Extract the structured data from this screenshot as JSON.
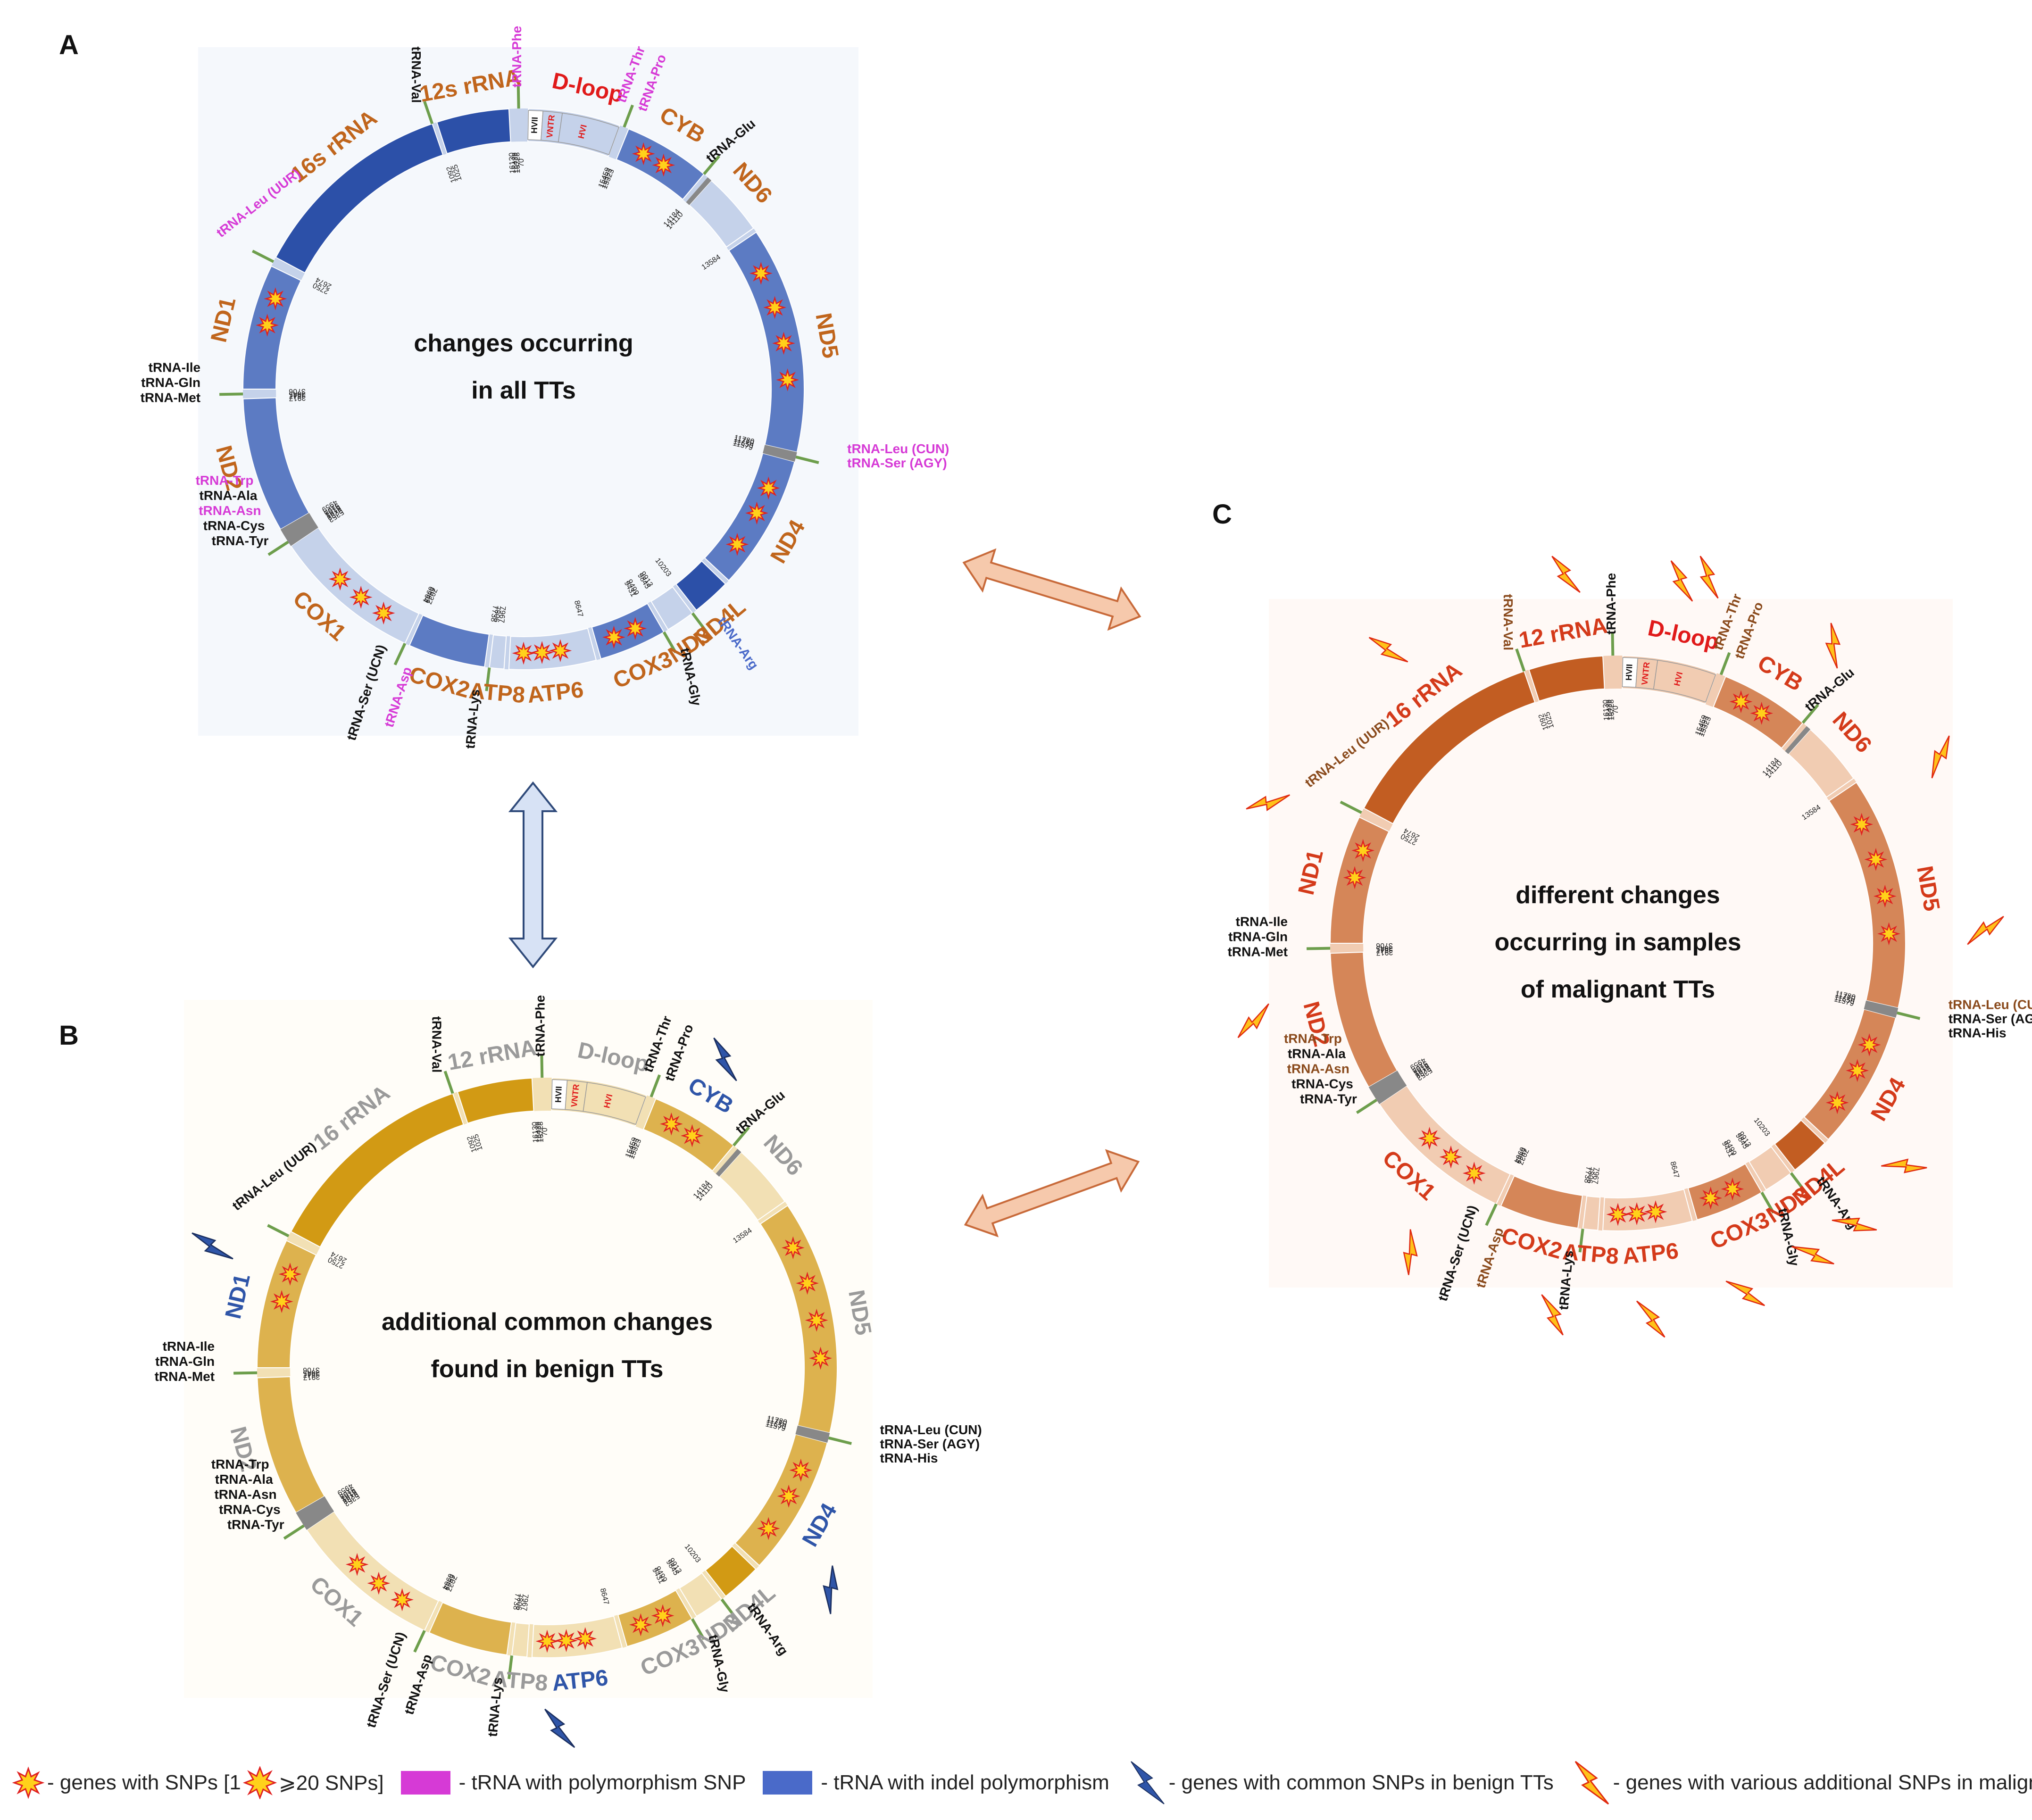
{
  "colors": {
    "A": {
      "dark": "#2c50a8",
      "mid": "#5c7bc3",
      "light": "#c5d2ea",
      "text": "#c0651c",
      "bg": "#f5f8fc"
    },
    "B": {
      "dark": "#d29a14",
      "mid": "#ddb24e",
      "light": "#f2e0b4",
      "text": "#9a9a9a",
      "bg": "#fffdf8"
    },
    "C": {
      "dark": "#c25d22",
      "mid": "#d58658",
      "light": "#f1ccb2",
      "text": "#d43a1a",
      "bg": "#fff9f6"
    },
    "tRNA_green": "#6d9e4c",
    "tRNA_magenta": "#d63ad6",
    "tRNA_blue": "#4a6ac9",
    "dloop_red": "#e01a1a",
    "benign_blue": "#2f55a8",
    "malignant_yellow": "#ffc21a",
    "arrow_orange": "#f6c9ac",
    "arrow_blue": "#d7e2f5"
  },
  "panels": [
    {
      "letter": "A",
      "center_line1": "changes occurring",
      "center_line2": "in all TTs"
    },
    {
      "letter": "B",
      "center_line1": "additional common changes",
      "center_line2": "found in benign TTs"
    },
    {
      "letter": "C",
      "center_line1": "different changes",
      "center_line2": "occurring in samples",
      "center_line3": "of malignant TTs"
    }
  ],
  "gene_labels": {
    "A": [
      "12s rRNA",
      "16s rRNA",
      "D-loop",
      "CYB",
      "ND6",
      "ND5",
      "ND4",
      "ND4L",
      "ND3",
      "COX3",
      "ATP6",
      "ATP8",
      "COX2",
      "COX1",
      "ND2",
      "ND1"
    ],
    "B": [
      "12 rRNA",
      "16 rRNA",
      "D-loop",
      "CYB",
      "ND6",
      "ND5",
      "ND4",
      "ND4L",
      "ND3",
      "COX3",
      "ATP6",
      "ATP8",
      "COX2",
      "COX1",
      "ND2",
      "ND1"
    ],
    "C": [
      "12 rRNA",
      "16 rRNA",
      "D-loop",
      "CYB",
      "ND6",
      "ND5",
      "ND4",
      "ND4L",
      "ND3",
      "COX3",
      "ATP6",
      "ATP8",
      "COX2",
      "COX1",
      "ND2",
      "ND1"
    ]
  },
  "dloop_parts": [
    "HVII",
    "VNTR",
    "HVI"
  ],
  "trna_labels": {
    "A": [
      "tRNA-Phe",
      "tRNA-Val",
      "tRNA-Leu",
      "(UUR)",
      "tRNA-Ile",
      "tRNA-Gln",
      "tRNA-Met",
      "tRNA-Trp",
      "tRNA-Ala",
      "tRNA-Asn",
      "tRNA-Cys",
      "tRNA-Tyr",
      "tRNA-Ser",
      "(UCN)",
      "tRNA-Asp",
      "tRNA-Lys",
      "tRNA-Gly",
      "tRNA-Arg",
      "tRNA-Leu",
      "(CUN)",
      "tRNA-Ser",
      "(AGY)",
      "tRNA-Glu",
      "tRNA-Thr",
      "tRNA-Pro"
    ],
    "B": [
      "tRNA-Phe",
      "tRNA-Val",
      "tRNA-Leu",
      "(UUR)",
      "tRNA-Ile",
      "tRNA-Gln",
      "tRNA-Met",
      "tRNA-Trp",
      "tRNA-Ala",
      "tRNA-Asn",
      "tRNA-Cys",
      "tRNA-Tyr",
      "tRNA-Ser",
      "(UCN)",
      "tRNA-Asp",
      "tRNA-Lys",
      "tRNA-Gly",
      "tRNA-Arg",
      "tRNA-Leu",
      "(CUN)",
      "tRNA-Ser",
      "(AGY)",
      "tRNA-His",
      "tRNA-Glu",
      "tRNA-Thr",
      "tRNA-Pro"
    ],
    "C": [
      "tRNA-Phe",
      "tRNA-Val",
      "tRNA-Leu",
      "(UUR)",
      "tRNA-Ile",
      "tRNA-Gln",
      "tRNA-Met",
      "tRNA-Trp",
      "tRNA-Ala",
      "tRNA-Asn",
      "tRNA-Cys",
      "tRNA-Tyr",
      "tRNA-Ser",
      "(UCN)",
      "tRNA-Asp",
      "tRNA-Lys",
      "tRNA-Gly",
      "tRNA-Arg",
      "tRNA-Leu",
      "(CUN)",
      "tRNA-Ser",
      "(AGY)",
      "tRNA-His",
      "tRNA-Glu",
      "tRNA-Thr",
      "tRNA-Pro"
    ]
  },
  "positions": [
    "70",
    "16728",
    "16429",
    "16130",
    "1025",
    "1092",
    "2674",
    "2750",
    "3706",
    "3845",
    "3847",
    "3917",
    "4959",
    "5108",
    "5181",
    "5182",
    "5282",
    "5352",
    "6964",
    "6969",
    "7037",
    "7738",
    "7806",
    "7967",
    "8647",
    "9431",
    "9499",
    "9845",
    "9913",
    "10203",
    "11579",
    "11650",
    "11710",
    "11780",
    "13584",
    "14110",
    "14184",
    "15323",
    "15393",
    "15459"
  ],
  "legend": {
    "snp_text_a": "- genes with SNPs [1",
    "snp_text_b": "⩾20 SNPs]",
    "magenta_text": "- tRNA with polymorphism SNP",
    "blue_text": "- tRNA with indel polymorphism",
    "benign_text": "- genes with common SNPs in benign TTs",
    "malignant_text": "- genes with various additional SNPs in malignant TTs"
  }
}
